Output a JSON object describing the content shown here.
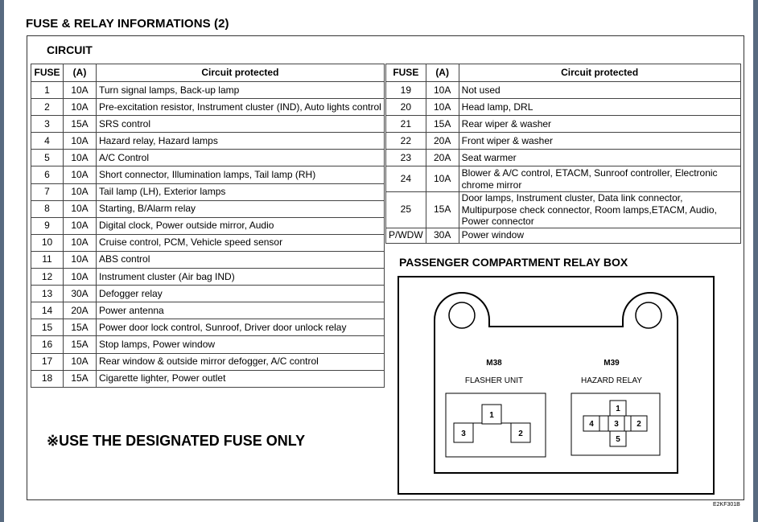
{
  "title": "FUSE & RELAY INFORMATIONS (2)",
  "section_title": "CIRCUIT",
  "table_headers": {
    "fuse": "FUSE",
    "amp": "(A)",
    "circuit": "Circuit protected"
  },
  "left_rows": [
    {
      "fuse": "1",
      "amp": "10A",
      "circuit": "Turn signal lamps, Back-up lamp"
    },
    {
      "fuse": "2",
      "amp": "10A",
      "circuit": "Pre-excitation resistor, Instrument cluster (IND), Auto lights control"
    },
    {
      "fuse": "3",
      "amp": "15A",
      "circuit": "SRS control"
    },
    {
      "fuse": "4",
      "amp": "10A",
      "circuit": "Hazard relay, Hazard lamps"
    },
    {
      "fuse": "5",
      "amp": "10A",
      "circuit": "A/C Control"
    },
    {
      "fuse": "6",
      "amp": "10A",
      "circuit": "Short connector, Illumination lamps, Tail lamp (RH)"
    },
    {
      "fuse": "7",
      "amp": "10A",
      "circuit": "Tail lamp (LH), Exterior lamps"
    },
    {
      "fuse": "8",
      "amp": "10A",
      "circuit": "Starting, B/Alarm relay"
    },
    {
      "fuse": "9",
      "amp": "10A",
      "circuit": "Digital clock, Power outside mirror, Audio"
    },
    {
      "fuse": "10",
      "amp": "10A",
      "circuit": "Cruise control, PCM, Vehicle speed sensor"
    },
    {
      "fuse": "11",
      "amp": "10A",
      "circuit": "ABS control"
    },
    {
      "fuse": "12",
      "amp": "10A",
      "circuit": "Instrument cluster (Air bag IND)"
    },
    {
      "fuse": "13",
      "amp": "30A",
      "circuit": "Defogger relay"
    },
    {
      "fuse": "14",
      "amp": "20A",
      "circuit": "Power antenna"
    },
    {
      "fuse": "15",
      "amp": "15A",
      "circuit": "Power door lock control, Sunroof, Driver door unlock relay"
    },
    {
      "fuse": "16",
      "amp": "15A",
      "circuit": "Stop lamps, Power window"
    },
    {
      "fuse": "17",
      "amp": "10A",
      "circuit": "Rear window & outside mirror defogger, A/C control"
    },
    {
      "fuse": "18",
      "amp": "15A",
      "circuit": "Cigarette lighter, Power outlet"
    }
  ],
  "right_rows": [
    {
      "fuse": "19",
      "amp": "10A",
      "circuit": "Not used"
    },
    {
      "fuse": "20",
      "amp": "10A",
      "circuit": "Head lamp, DRL"
    },
    {
      "fuse": "21",
      "amp": "15A",
      "circuit": "Rear wiper & washer"
    },
    {
      "fuse": "22",
      "amp": "20A",
      "circuit": "Front wiper & washer"
    },
    {
      "fuse": "23",
      "amp": "20A",
      "circuit": "Seat warmer"
    },
    {
      "fuse": "24",
      "amp": "10A",
      "circuit": "Blower & A/C control, ETACM, Sunroof controller, Electronic chrome mirror"
    },
    {
      "fuse": "25",
      "amp": "15A",
      "circuit": "Door lamps, Instrument cluster, Data link connector, Multipurpose check connector, Room lamps,ETACM, Audio, Power connector"
    },
    {
      "fuse": "P/WDW",
      "amp": "30A",
      "circuit": "Power window"
    }
  ],
  "note": "※USE THE DESIGNATED FUSE ONLY",
  "relay_box": {
    "title": "PASSENGER COMPARTMENT RELAY BOX",
    "m38": {
      "code": "M38",
      "name": "FLASHER UNIT",
      "pins": [
        "1",
        "3",
        "2"
      ]
    },
    "m39": {
      "code": "M39",
      "name": "HAZARD RELAY",
      "pins": [
        "1",
        "4",
        "3",
        "2",
        "5"
      ]
    }
  },
  "figure_code": "E2KF301B"
}
